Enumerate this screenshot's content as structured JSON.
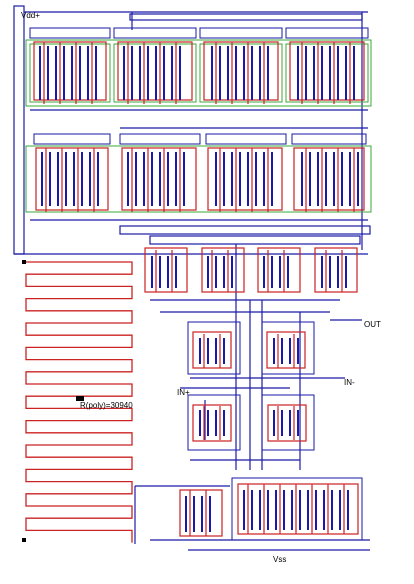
{
  "labels": {
    "vdd": "Vdd+",
    "vss": "Vss",
    "out": "OUT",
    "in_plus": "IN+",
    "in_minus": "IN-",
    "resistor": "R(poly)=30940"
  },
  "colors": {
    "metal1": "#1a1aa8",
    "poly": "#cc2222",
    "diffusion": "#3aa83a",
    "contact": "#000000",
    "background": "#ffffff"
  }
}
